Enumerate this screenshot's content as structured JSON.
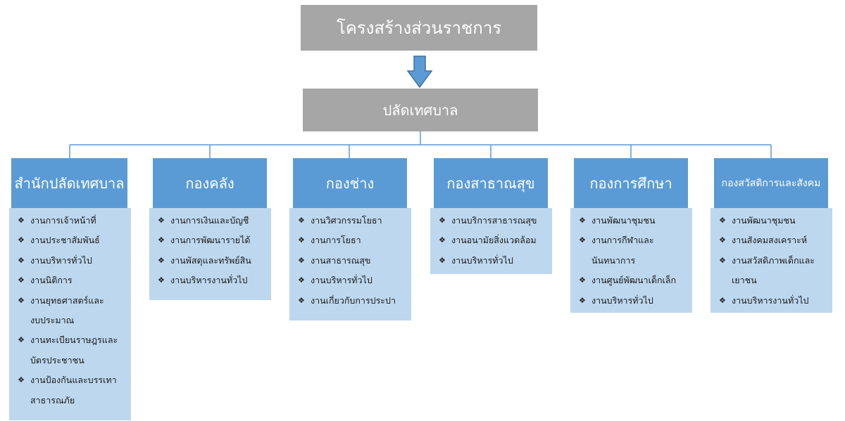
{
  "title": "โครงสร้างส่วนราชการ",
  "head": "ปลัดเทศบาล",
  "colors": {
    "gray_box": "#a6a6a6",
    "dept_header": "#5b9bd5",
    "task_panel": "#bdd7ee",
    "arrow_fill": "#5b9bd5",
    "arrow_stroke": "#41719c",
    "connector": "#5b9bd5"
  },
  "bullet_icon": "diamond-bullet",
  "departments": [
    {
      "name": "สำนักปลัดเทศบาล",
      "tasks": [
        "งานการเจ้าหน้าที่",
        "งานประชาสัมพันธ์",
        "งานบริหารทั่วไป",
        "งานนิติการ",
        "งานยุทธศาสตร์และ\nงบประมาณ",
        "งานทะเบียนราษฎรและ\nบัตรประชาชน",
        "งานป้องกันและบรรเทา\nสาธารณภัย"
      ]
    },
    {
      "name": "กองคลัง",
      "tasks": [
        "งานการเงินและบัญชี",
        "งานการพัฒนารายได้",
        "งานพัสดุและทรัพย์สิน",
        "งานบริหารงานทั่วไป"
      ]
    },
    {
      "name": "กองช่าง",
      "tasks": [
        "งานวิศวกรรมโยธา",
        "งานการโยธา",
        "งานสาธารณสุข",
        "งานบริหารทั่วไป",
        "งานเกี่ยวกับการประปา"
      ]
    },
    {
      "name": "กองสาธาณสุข",
      "tasks": [
        "งานบริการสาธารณสุข",
        "งานอนามัยสิ่งแวดล้อม",
        "งานบริหารทั่วไป"
      ]
    },
    {
      "name": "กองการศึกษา",
      "tasks": [
        "งานพัฒนาชุมชน",
        "งานการกีฬาและ\nนันทนาการ",
        "งานศูนย์พัฒนาเด็กเล็ก",
        "งานบริหารทั่วไป"
      ]
    },
    {
      "name": "กองสวัสดิการและสังคม",
      "tasks": [
        "งานพัฒนาชุมชน",
        "งานสังคมสงเคราะห์",
        "งานสวัสดิภาพเด็กและ\nเยาชน",
        "งานบริหารงานทั่วไป"
      ]
    }
  ]
}
